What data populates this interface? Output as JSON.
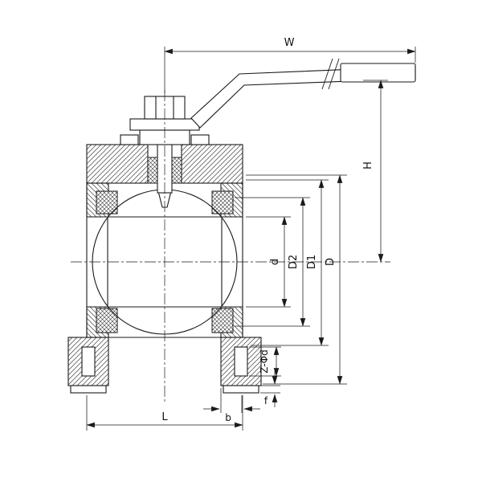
{
  "page": {
    "background": "#ffffff"
  },
  "drawing": {
    "kind": "ball-valve-cross-section",
    "line_color": "#1a1a1a",
    "dimension_labels": {
      "w": "W",
      "h": "H",
      "d": "d",
      "d2": "D2",
      "d1": "D1",
      "dd": "D",
      "zphid": "Z-Φd",
      "f": "f",
      "b": "b",
      "l": "L"
    }
  }
}
